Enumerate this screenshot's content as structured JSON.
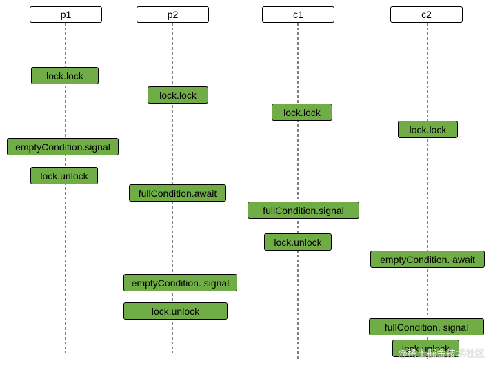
{
  "lanes": [
    {
      "name": "p1",
      "steps": [
        "lock.lock",
        "emptyCondition.signal",
        "lock.unlock"
      ]
    },
    {
      "name": "p2",
      "steps": [
        "lock.lock",
        "fullCondition.await",
        "emptyCondition. signal",
        "lock.unlock"
      ]
    },
    {
      "name": "c1",
      "steps": [
        "lock.lock",
        "fullCondition.signal",
        "lock.unlock"
      ]
    },
    {
      "name": "c2",
      "steps": [
        "lock.lock",
        "emptyCondition. await",
        "fullCondition. signal",
        "lock.unlock"
      ]
    }
  ],
  "watermark": "@稀土掘金技术社区",
  "colors": {
    "step_fill": "#70ad47",
    "border": "#000000",
    "lifeline": "#000000"
  }
}
